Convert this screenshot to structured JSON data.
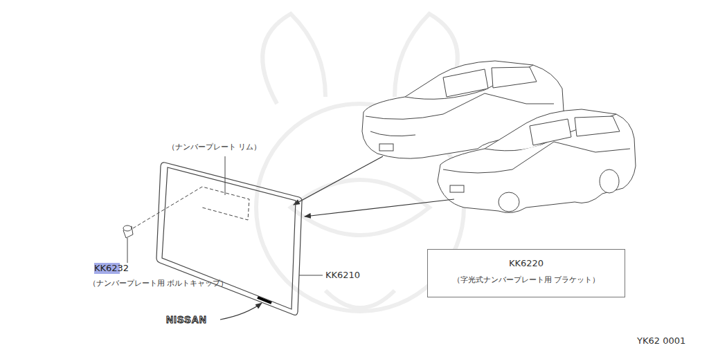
{
  "diagram": {
    "nodes": [
      {
        "text": [
          "KK6220",
          "（字光式ナンバープレート用 ブラケット）"
        ]
      }
    ],
    "labels": [
      "（ナンバープレート リム）",
      "KK6232",
      "（ナンバープレート用 ボルトキャップ）",
      "KK6210",
      "NISSAN",
      "YK62 0001"
    ]
  }
}
